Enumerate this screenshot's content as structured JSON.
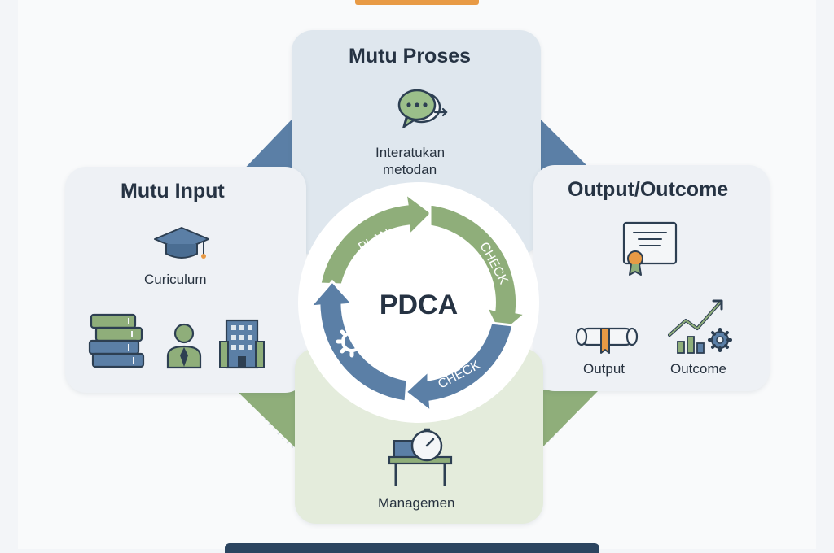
{
  "center": {
    "label": "PDCA"
  },
  "cycle_labels": {
    "arrow_top": "PLAN",
    "arrow_right": "CHECK",
    "arrow_bottom": "CHECK"
  },
  "top_card": {
    "title": "Mutu Proses",
    "caption_line1": "Interatukan",
    "caption_line2": "metodan"
  },
  "left_card": {
    "title": "Mutu Input",
    "caption": "Curiculum"
  },
  "right_card": {
    "title": "Output/Outcome",
    "output_label": "Output",
    "outcome_label": "Outcome"
  },
  "bottom_card": {
    "caption": "Managemen"
  },
  "colors": {
    "blue_arrow": "#5b7fa6",
    "green_arrow": "#8fae7a",
    "navy_text": "#263343",
    "accent_orange": "#e89a45"
  }
}
